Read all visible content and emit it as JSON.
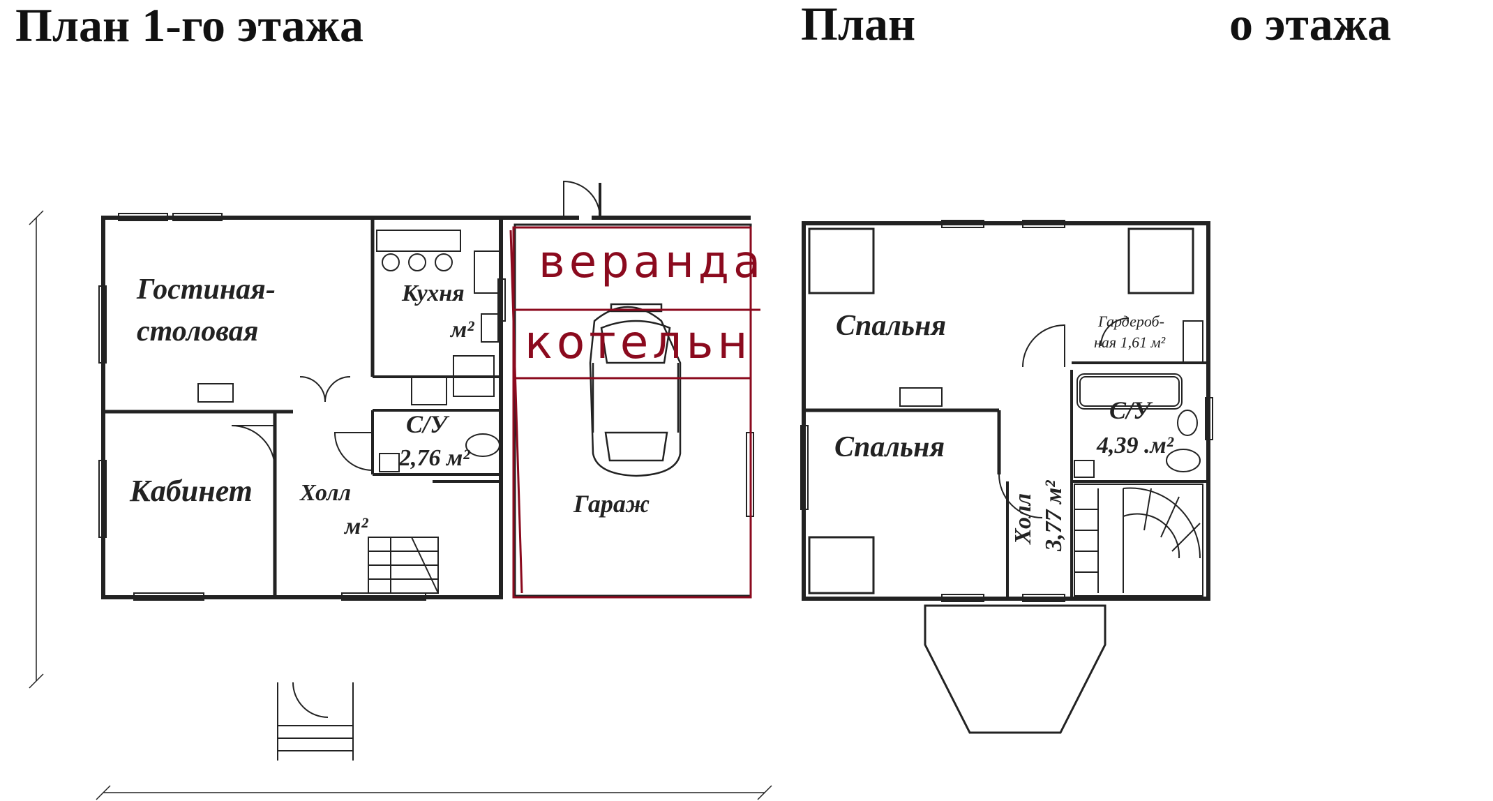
{
  "titles": {
    "floor1": "План 1-го этажа",
    "floor2_prefix": "План",
    "floor2_suffix": "о этажа"
  },
  "floor1": {
    "living_1": "Гостиная-",
    "living_2": "столовая",
    "kitchen": "Кухня",
    "kitchen_unit": "м²",
    "wc": "С/У",
    "wc_area": "2,76 м²",
    "office": "Кабинет",
    "hall": "Холл",
    "hall_unit": "м²",
    "garage": "Гараж"
  },
  "annotations": {
    "veranda": "веранда",
    "boiler": "котельн",
    "color": "#8b0a1e"
  },
  "floor2": {
    "bedroom1": "Спальня",
    "bedroom2": "Спальня",
    "wardrobe_1": "Гардероб-",
    "wardrobe_2": "ная 1,61 м²",
    "wc": "С/У",
    "wc_area": "4,39 .м²",
    "hall": "Холл",
    "hall_area": "3,77 м²"
  }
}
